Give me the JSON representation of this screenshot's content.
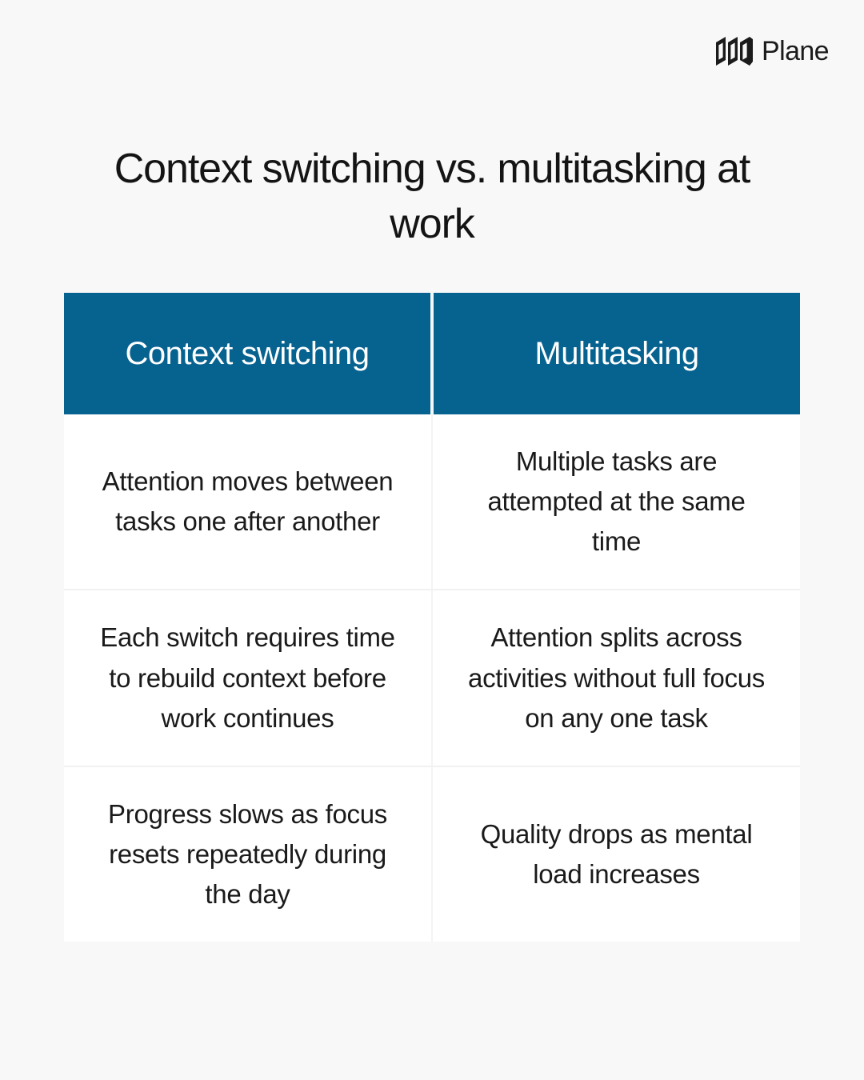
{
  "brand": {
    "logo_icon": "plane-logo-icon",
    "name": "Plane",
    "color": "#1b1b1b"
  },
  "title": "Context switching vs. multitasking at work",
  "theme": {
    "background": "#f8f8f8",
    "header_blue": "#06628f",
    "header_text": "#ffffff",
    "body_text": "#1a1a1a",
    "cell_background": "#ffffff",
    "row_divider": "#f1f1f1"
  },
  "table": {
    "columns": [
      {
        "label": "Context switching"
      },
      {
        "label": "Multitasking"
      }
    ],
    "rows": [
      {
        "context_switching": "Attention moves between tasks one after another",
        "multitasking": "Multiple tasks are attempted at the same time"
      },
      {
        "context_switching": "Each switch requires time to rebuild context before work continues",
        "multitasking": "Attention splits across activities without full focus on any one task"
      },
      {
        "context_switching": "Progress slows as focus resets repeatedly during the day",
        "multitasking": "Quality drops as mental load increases"
      }
    ]
  }
}
